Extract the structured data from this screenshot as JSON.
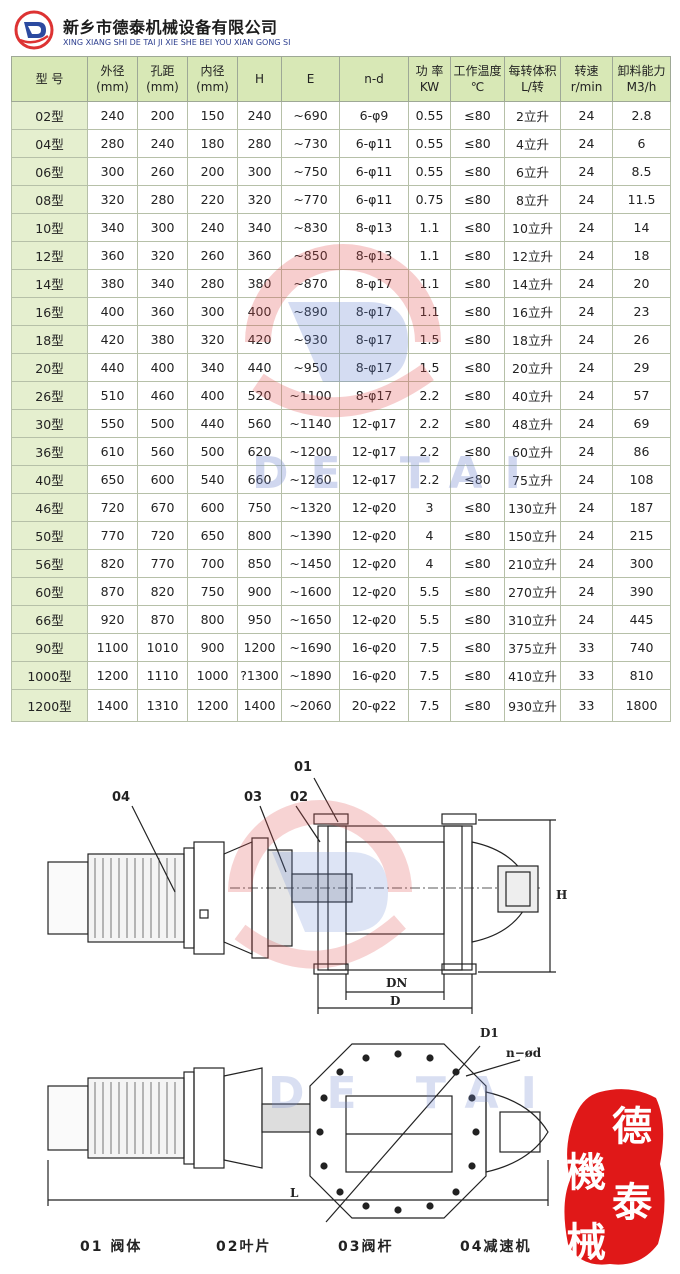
{
  "header": {
    "company_cn": "新乡市德泰机械设备有限公司",
    "company_en": "XING XIANG SHI DE TAI JI XIE SHE BEI YOU XIAN GONG SI"
  },
  "table": {
    "headers": [
      [
        "型 号"
      ],
      [
        "外径",
        "(mm)"
      ],
      [
        "孔距",
        "(mm)"
      ],
      [
        "内径",
        "(mm)"
      ],
      [
        "H"
      ],
      [
        "E"
      ],
      [
        "n-d"
      ],
      [
        "功 率",
        "KW"
      ],
      [
        "工作温度",
        "℃"
      ],
      [
        "每转体积",
        "L/转"
      ],
      [
        "转速",
        "r/min"
      ],
      [
        "卸料能力",
        "M3/h"
      ]
    ],
    "rows": [
      [
        "02型",
        "240",
        "200",
        "150",
        "240",
        "~690",
        "6-φ9",
        "0.55",
        "≤80",
        "2立升",
        "24",
        "2.8"
      ],
      [
        "04型",
        "280",
        "240",
        "180",
        "280",
        "~730",
        "6-φ11",
        "0.55",
        "≤80",
        "4立升",
        "24",
        "6"
      ],
      [
        "06型",
        "300",
        "260",
        "200",
        "300",
        "~750",
        "6-φ11",
        "0.55",
        "≤80",
        "6立升",
        "24",
        "8.5"
      ],
      [
        "08型",
        "320",
        "280",
        "220",
        "320",
        "~770",
        "6-φ11",
        "0.75",
        "≤80",
        "8立升",
        "24",
        "11.5"
      ],
      [
        "10型",
        "340",
        "300",
        "240",
        "340",
        "~830",
        "8-φ13",
        "1.1",
        "≤80",
        "10立升",
        "24",
        "14"
      ],
      [
        "12型",
        "360",
        "320",
        "260",
        "360",
        "~850",
        "8-φ13",
        "1.1",
        "≤80",
        "12立升",
        "24",
        "18"
      ],
      [
        "14型",
        "380",
        "340",
        "280",
        "380",
        "~870",
        "8-φ17",
        "1.1",
        "≤80",
        "14立升",
        "24",
        "20"
      ],
      [
        "16型",
        "400",
        "360",
        "300",
        "400",
        "~890",
        "8-φ17",
        "1.1",
        "≤80",
        "16立升",
        "24",
        "23"
      ],
      [
        "18型",
        "420",
        "380",
        "320",
        "420",
        "~930",
        "8-φ17",
        "1.5",
        "≤80",
        "18立升",
        "24",
        "26"
      ],
      [
        "20型",
        "440",
        "400",
        "340",
        "440",
        "~950",
        "8-φ17",
        "1.5",
        "≤80",
        "20立升",
        "24",
        "29"
      ],
      [
        "26型",
        "510",
        "460",
        "400",
        "520",
        "~1100",
        "8-φ17",
        "2.2",
        "≤80",
        "40立升",
        "24",
        "57"
      ],
      [
        "30型",
        "550",
        "500",
        "440",
        "560",
        "~1140",
        "12-φ17",
        "2.2",
        "≤80",
        "48立升",
        "24",
        "69"
      ],
      [
        "36型",
        "610",
        "560",
        "500",
        "620",
        "~1200",
        "12-φ17",
        "2.2",
        "≤80",
        "60立升",
        "24",
        "86"
      ],
      [
        "40型",
        "650",
        "600",
        "540",
        "660",
        "~1260",
        "12-φ17",
        "2.2",
        "≤80",
        "75立升",
        "24",
        "108"
      ],
      [
        "46型",
        "720",
        "670",
        "600",
        "750",
        "~1320",
        "12-φ20",
        "3",
        "≤80",
        "130立升",
        "24",
        "187"
      ],
      [
        "50型",
        "770",
        "720",
        "650",
        "800",
        "~1390",
        "12-φ20",
        "4",
        "≤80",
        "150立升",
        "24",
        "215"
      ],
      [
        "56型",
        "820",
        "770",
        "700",
        "850",
        "~1450",
        "12-φ20",
        "4",
        "≤80",
        "210立升",
        "24",
        "300"
      ],
      [
        "60型",
        "870",
        "820",
        "750",
        "900",
        "~1600",
        "12-φ20",
        "5.5",
        "≤80",
        "270立升",
        "24",
        "390"
      ],
      [
        "66型",
        "920",
        "870",
        "800",
        "950",
        "~1650",
        "12-φ20",
        "5.5",
        "≤80",
        "310立升",
        "24",
        "445"
      ],
      [
        "90型",
        "1100",
        "1010",
        "900",
        "1200",
        "~1690",
        "16-φ20",
        "7.5",
        "≤80",
        "375立升",
        "33",
        "740"
      ],
      [
        "1000型",
        "1200",
        "1110",
        "1000",
        "?1300",
        "~1890",
        "16-φ20",
        "7.5",
        "≤80",
        "410立升",
        "33",
        "810"
      ],
      [
        "1200型",
        "1400",
        "1310",
        "1200",
        "1400",
        "~2060",
        "20-φ22",
        "7.5",
        "≤80",
        "930立升",
        "33",
        "1800"
      ]
    ]
  },
  "drawing": {
    "labels": {
      "l01": "01",
      "l02": "02",
      "l03": "03",
      "l04": "04",
      "h": "H",
      "dn": "DN",
      "d": "D",
      "d1": "D1",
      "nd": "n−ød",
      "l": "L"
    },
    "parts": [
      "01  阀体",
      "02叶片",
      "03阀杆",
      "04减速机"
    ]
  },
  "watermark": {
    "text": "DE TAI"
  },
  "stamp": {
    "chars": [
      "德",
      "泰",
      "機",
      "械"
    ]
  }
}
